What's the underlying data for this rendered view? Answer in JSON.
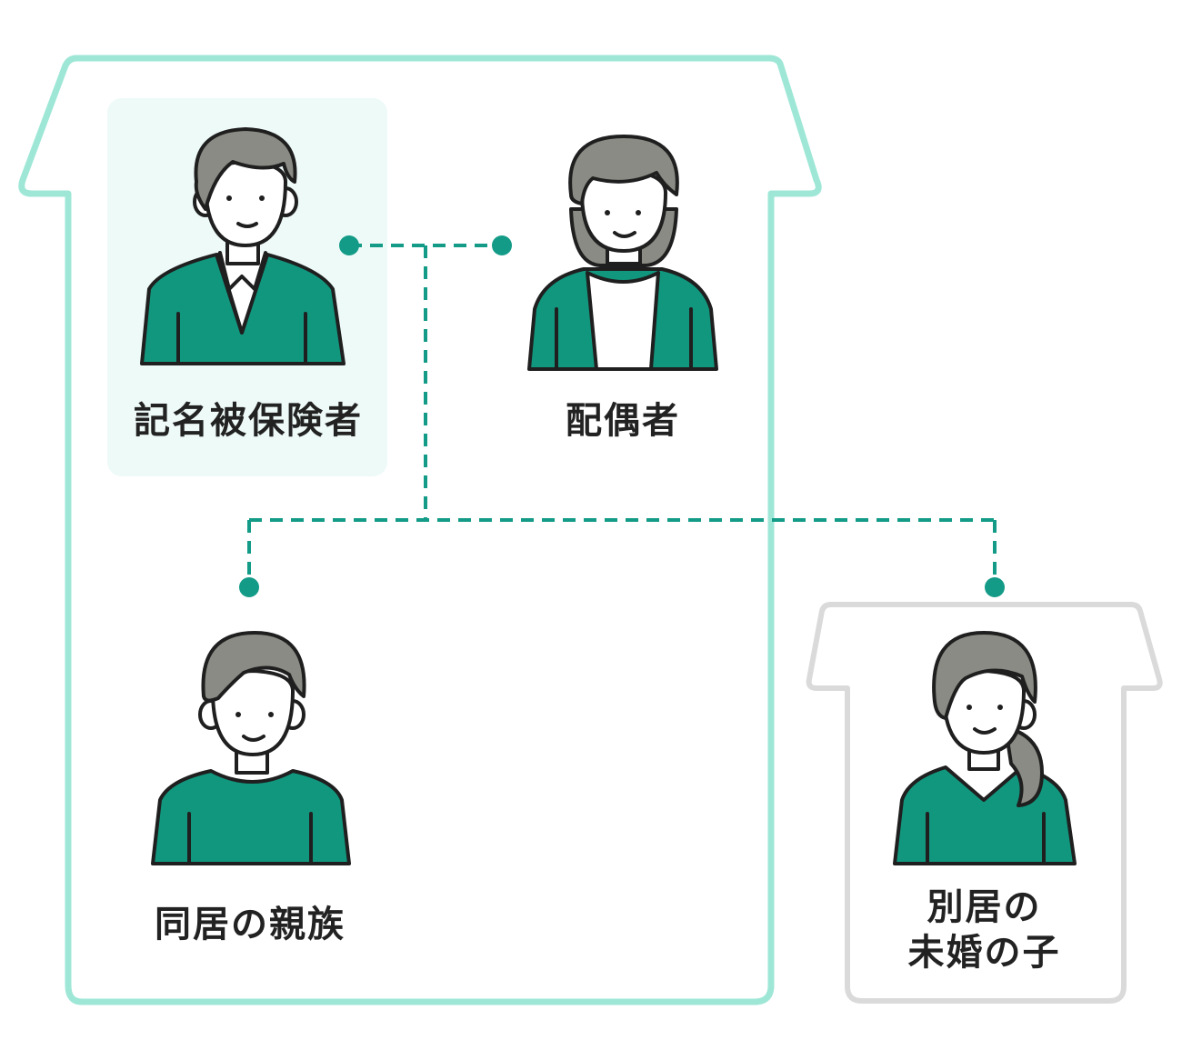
{
  "colors": {
    "house_outline": "#9ee7d6",
    "highlight_bg": "#eefaf8",
    "connector": "#139b87",
    "separate_house_outline": "#dadada",
    "clothing": "#12977f",
    "hair": "#8b8b85",
    "text": "#222222"
  },
  "people": {
    "insured": {
      "label": "記名被保険者",
      "icon": "man-with-collar-icon"
    },
    "spouse": {
      "label": "配偶者",
      "icon": "older-woman-icon"
    },
    "relatives": {
      "label": "同居の親族",
      "icon": "young-man-icon"
    },
    "child": {
      "label_line1": "別居の",
      "label_line2": "未婚の子",
      "icon": "woman-ponytail-icon"
    }
  }
}
